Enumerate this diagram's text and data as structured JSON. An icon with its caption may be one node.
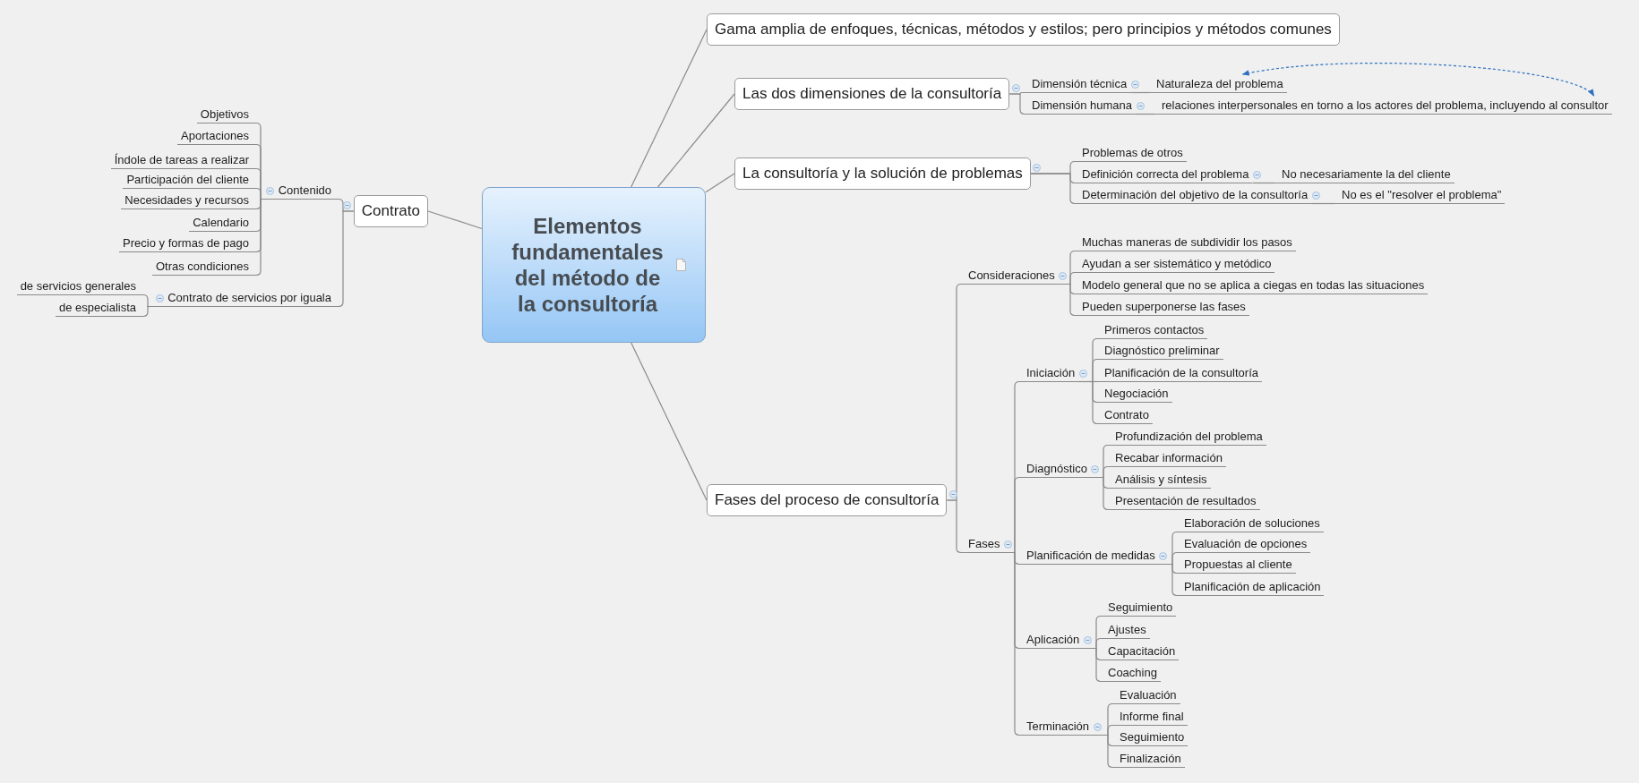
{
  "diagram": {
    "nodes": [
      {
        "text": [
          "Elementos fundamentales del método de la consultoría"
        ]
      },
      {
        "text": [
          "Gama amplia de enfoques, técnicas, métodos y estilos; pero principios y métodos comunes"
        ]
      },
      {
        "text": [
          "Las dos dimensiones de la consultoría"
        ]
      },
      {
        "text": [
          "Dimensión técnica"
        ]
      },
      {
        "text": [
          "Naturaleza del problema"
        ]
      },
      {
        "text": [
          "Dimensión humana"
        ]
      },
      {
        "text": [
          "relaciones interpersonales en torno a los actores del problema, incluyendo al consultor"
        ]
      },
      {
        "text": [
          "La consultoría y la solución de problemas"
        ]
      },
      {
        "text": [
          "Problemas de otros"
        ]
      },
      {
        "text": [
          "Definición correcta del problema"
        ]
      },
      {
        "text": [
          "No necesariamente la del cliente"
        ]
      },
      {
        "text": [
          "Determinación del objetivo de la consultoría"
        ]
      },
      {
        "text": [
          "No es el \"resolver el problema\""
        ]
      },
      {
        "text": [
          "Fases del proceso de consultoría"
        ]
      },
      {
        "text": [
          "Consideraciones"
        ]
      },
      {
        "text": [
          "Muchas maneras de subdividir los pasos"
        ]
      },
      {
        "text": [
          "Ayudan a ser sistemático y metódico"
        ]
      },
      {
        "text": [
          "Modelo general que no se aplica a ciegas en todas las situaciones"
        ]
      },
      {
        "text": [
          "Pueden superponerse las fases"
        ]
      },
      {
        "text": [
          "Fases"
        ]
      },
      {
        "text": [
          "Iniciación"
        ]
      },
      {
        "text": [
          "Primeros contactos"
        ]
      },
      {
        "text": [
          "Diagnóstico preliminar"
        ]
      },
      {
        "text": [
          "Planificación de la consultoría"
        ]
      },
      {
        "text": [
          "Negociación"
        ]
      },
      {
        "text": [
          "Contrato"
        ]
      },
      {
        "text": [
          "Diagnóstico"
        ]
      },
      {
        "text": [
          "Profundización del problema"
        ]
      },
      {
        "text": [
          "Recabar información"
        ]
      },
      {
        "text": [
          "Análisis y síntesis"
        ]
      },
      {
        "text": [
          "Presentación de resultados"
        ]
      },
      {
        "text": [
          "Planificación de medidas"
        ]
      },
      {
        "text": [
          "Elaboración de soluciones"
        ]
      },
      {
        "text": [
          "Evaluación de opciones"
        ]
      },
      {
        "text": [
          "Propuestas al cliente"
        ]
      },
      {
        "text": [
          "Planificación de aplicación"
        ]
      },
      {
        "text": [
          "Aplicación"
        ]
      },
      {
        "text": [
          "Seguimiento"
        ]
      },
      {
        "text": [
          "Ajustes"
        ]
      },
      {
        "text": [
          "Capacitación"
        ]
      },
      {
        "text": [
          "Coaching"
        ]
      },
      {
        "text": [
          "Terminación"
        ]
      },
      {
        "text": [
          "Evaluación"
        ]
      },
      {
        "text": [
          "Informe final"
        ]
      },
      {
        "text": [
          "Seguimiento"
        ]
      },
      {
        "text": [
          "Finalización"
        ]
      },
      {
        "text": [
          "Contrato"
        ]
      },
      {
        "text": [
          "Contenido"
        ]
      },
      {
        "text": [
          "Objetivos"
        ]
      },
      {
        "text": [
          "Aportaciones"
        ]
      },
      {
        "text": [
          "Índole de tareas a realizar"
        ]
      },
      {
        "text": [
          "Participación del cliente"
        ]
      },
      {
        "text": [
          "Necesidades y recursos"
        ]
      },
      {
        "text": [
          "Calendario"
        ]
      },
      {
        "text": [
          "Precio y formas de pago"
        ]
      },
      {
        "text": [
          "Otras condiciones"
        ]
      },
      {
        "text": [
          "Contrato de servicios por iguala"
        ]
      },
      {
        "text": [
          "de servicios generales"
        ]
      },
      {
        "text": [
          "de especialista"
        ]
      }
    ],
    "edges": [
      {
        "from": 0,
        "to": 1,
        "arrow": "none"
      },
      {
        "from": 0,
        "to": 2,
        "arrow": "none"
      },
      {
        "from": 2,
        "to": 3,
        "arrow": "none"
      },
      {
        "from": 3,
        "to": 4,
        "arrow": "none"
      },
      {
        "from": 2,
        "to": 5,
        "arrow": "none"
      },
      {
        "from": 5,
        "to": 6,
        "arrow": "none"
      },
      {
        "from": 6,
        "to": 4,
        "arrow": "both",
        "style": "dashed",
        "color": "#2f6fc0"
      },
      {
        "from": 0,
        "to": 7,
        "arrow": "none"
      },
      {
        "from": 7,
        "to": 8,
        "arrow": "none"
      },
      {
        "from": 7,
        "to": 9,
        "arrow": "none"
      },
      {
        "from": 9,
        "to": 10,
        "arrow": "none"
      },
      {
        "from": 7,
        "to": 11,
        "arrow": "none"
      },
      {
        "from": 11,
        "to": 12,
        "arrow": "none"
      },
      {
        "from": 0,
        "to": 13,
        "arrow": "none"
      },
      {
        "from": 13,
        "to": 14,
        "arrow": "none"
      },
      {
        "from": 14,
        "to": 15,
        "arrow": "none"
      },
      {
        "from": 14,
        "to": 16,
        "arrow": "none"
      },
      {
        "from": 14,
        "to": 17,
        "arrow": "none"
      },
      {
        "from": 14,
        "to": 18,
        "arrow": "none"
      },
      {
        "from": 13,
        "to": 19,
        "arrow": "none"
      },
      {
        "from": 19,
        "to": 20,
        "arrow": "none"
      },
      {
        "from": 20,
        "to": 21,
        "arrow": "none"
      },
      {
        "from": 20,
        "to": 22,
        "arrow": "none"
      },
      {
        "from": 20,
        "to": 23,
        "arrow": "none"
      },
      {
        "from": 20,
        "to": 24,
        "arrow": "none"
      },
      {
        "from": 20,
        "to": 25,
        "arrow": "none"
      },
      {
        "from": 19,
        "to": 26,
        "arrow": "none"
      },
      {
        "from": 26,
        "to": 27,
        "arrow": "none"
      },
      {
        "from": 26,
        "to": 28,
        "arrow": "none"
      },
      {
        "from": 26,
        "to": 29,
        "arrow": "none"
      },
      {
        "from": 26,
        "to": 30,
        "arrow": "none"
      },
      {
        "from": 19,
        "to": 31,
        "arrow": "none"
      },
      {
        "from": 31,
        "to": 32,
        "arrow": "none"
      },
      {
        "from": 31,
        "to": 33,
        "arrow": "none"
      },
      {
        "from": 31,
        "to": 34,
        "arrow": "none"
      },
      {
        "from": 31,
        "to": 35,
        "arrow": "none"
      },
      {
        "from": 19,
        "to": 36,
        "arrow": "none"
      },
      {
        "from": 36,
        "to": 37,
        "arrow": "none"
      },
      {
        "from": 36,
        "to": 38,
        "arrow": "none"
      },
      {
        "from": 36,
        "to": 39,
        "arrow": "none"
      },
      {
        "from": 36,
        "to": 40,
        "arrow": "none"
      },
      {
        "from": 19,
        "to": 41,
        "arrow": "none"
      },
      {
        "from": 41,
        "to": 42,
        "arrow": "none"
      },
      {
        "from": 41,
        "to": 43,
        "arrow": "none"
      },
      {
        "from": 41,
        "to": 44,
        "arrow": "none"
      },
      {
        "from": 41,
        "to": 45,
        "arrow": "none"
      },
      {
        "from": 0,
        "to": 46,
        "arrow": "none"
      },
      {
        "from": 46,
        "to": 47,
        "arrow": "none"
      },
      {
        "from": 47,
        "to": 48,
        "arrow": "none"
      },
      {
        "from": 47,
        "to": 49,
        "arrow": "none"
      },
      {
        "from": 47,
        "to": 50,
        "arrow": "none"
      },
      {
        "from": 47,
        "to": 51,
        "arrow": "none"
      },
      {
        "from": 47,
        "to": 52,
        "arrow": "none"
      },
      {
        "from": 47,
        "to": 53,
        "arrow": "none"
      },
      {
        "from": 47,
        "to": 54,
        "arrow": "none"
      },
      {
        "from": 47,
        "to": 55,
        "arrow": "none"
      },
      {
        "from": 46,
        "to": 56,
        "arrow": "none"
      },
      {
        "from": 56,
        "to": 57,
        "arrow": "none"
      },
      {
        "from": 56,
        "to": 58,
        "arrow": "none"
      }
    ]
  }
}
